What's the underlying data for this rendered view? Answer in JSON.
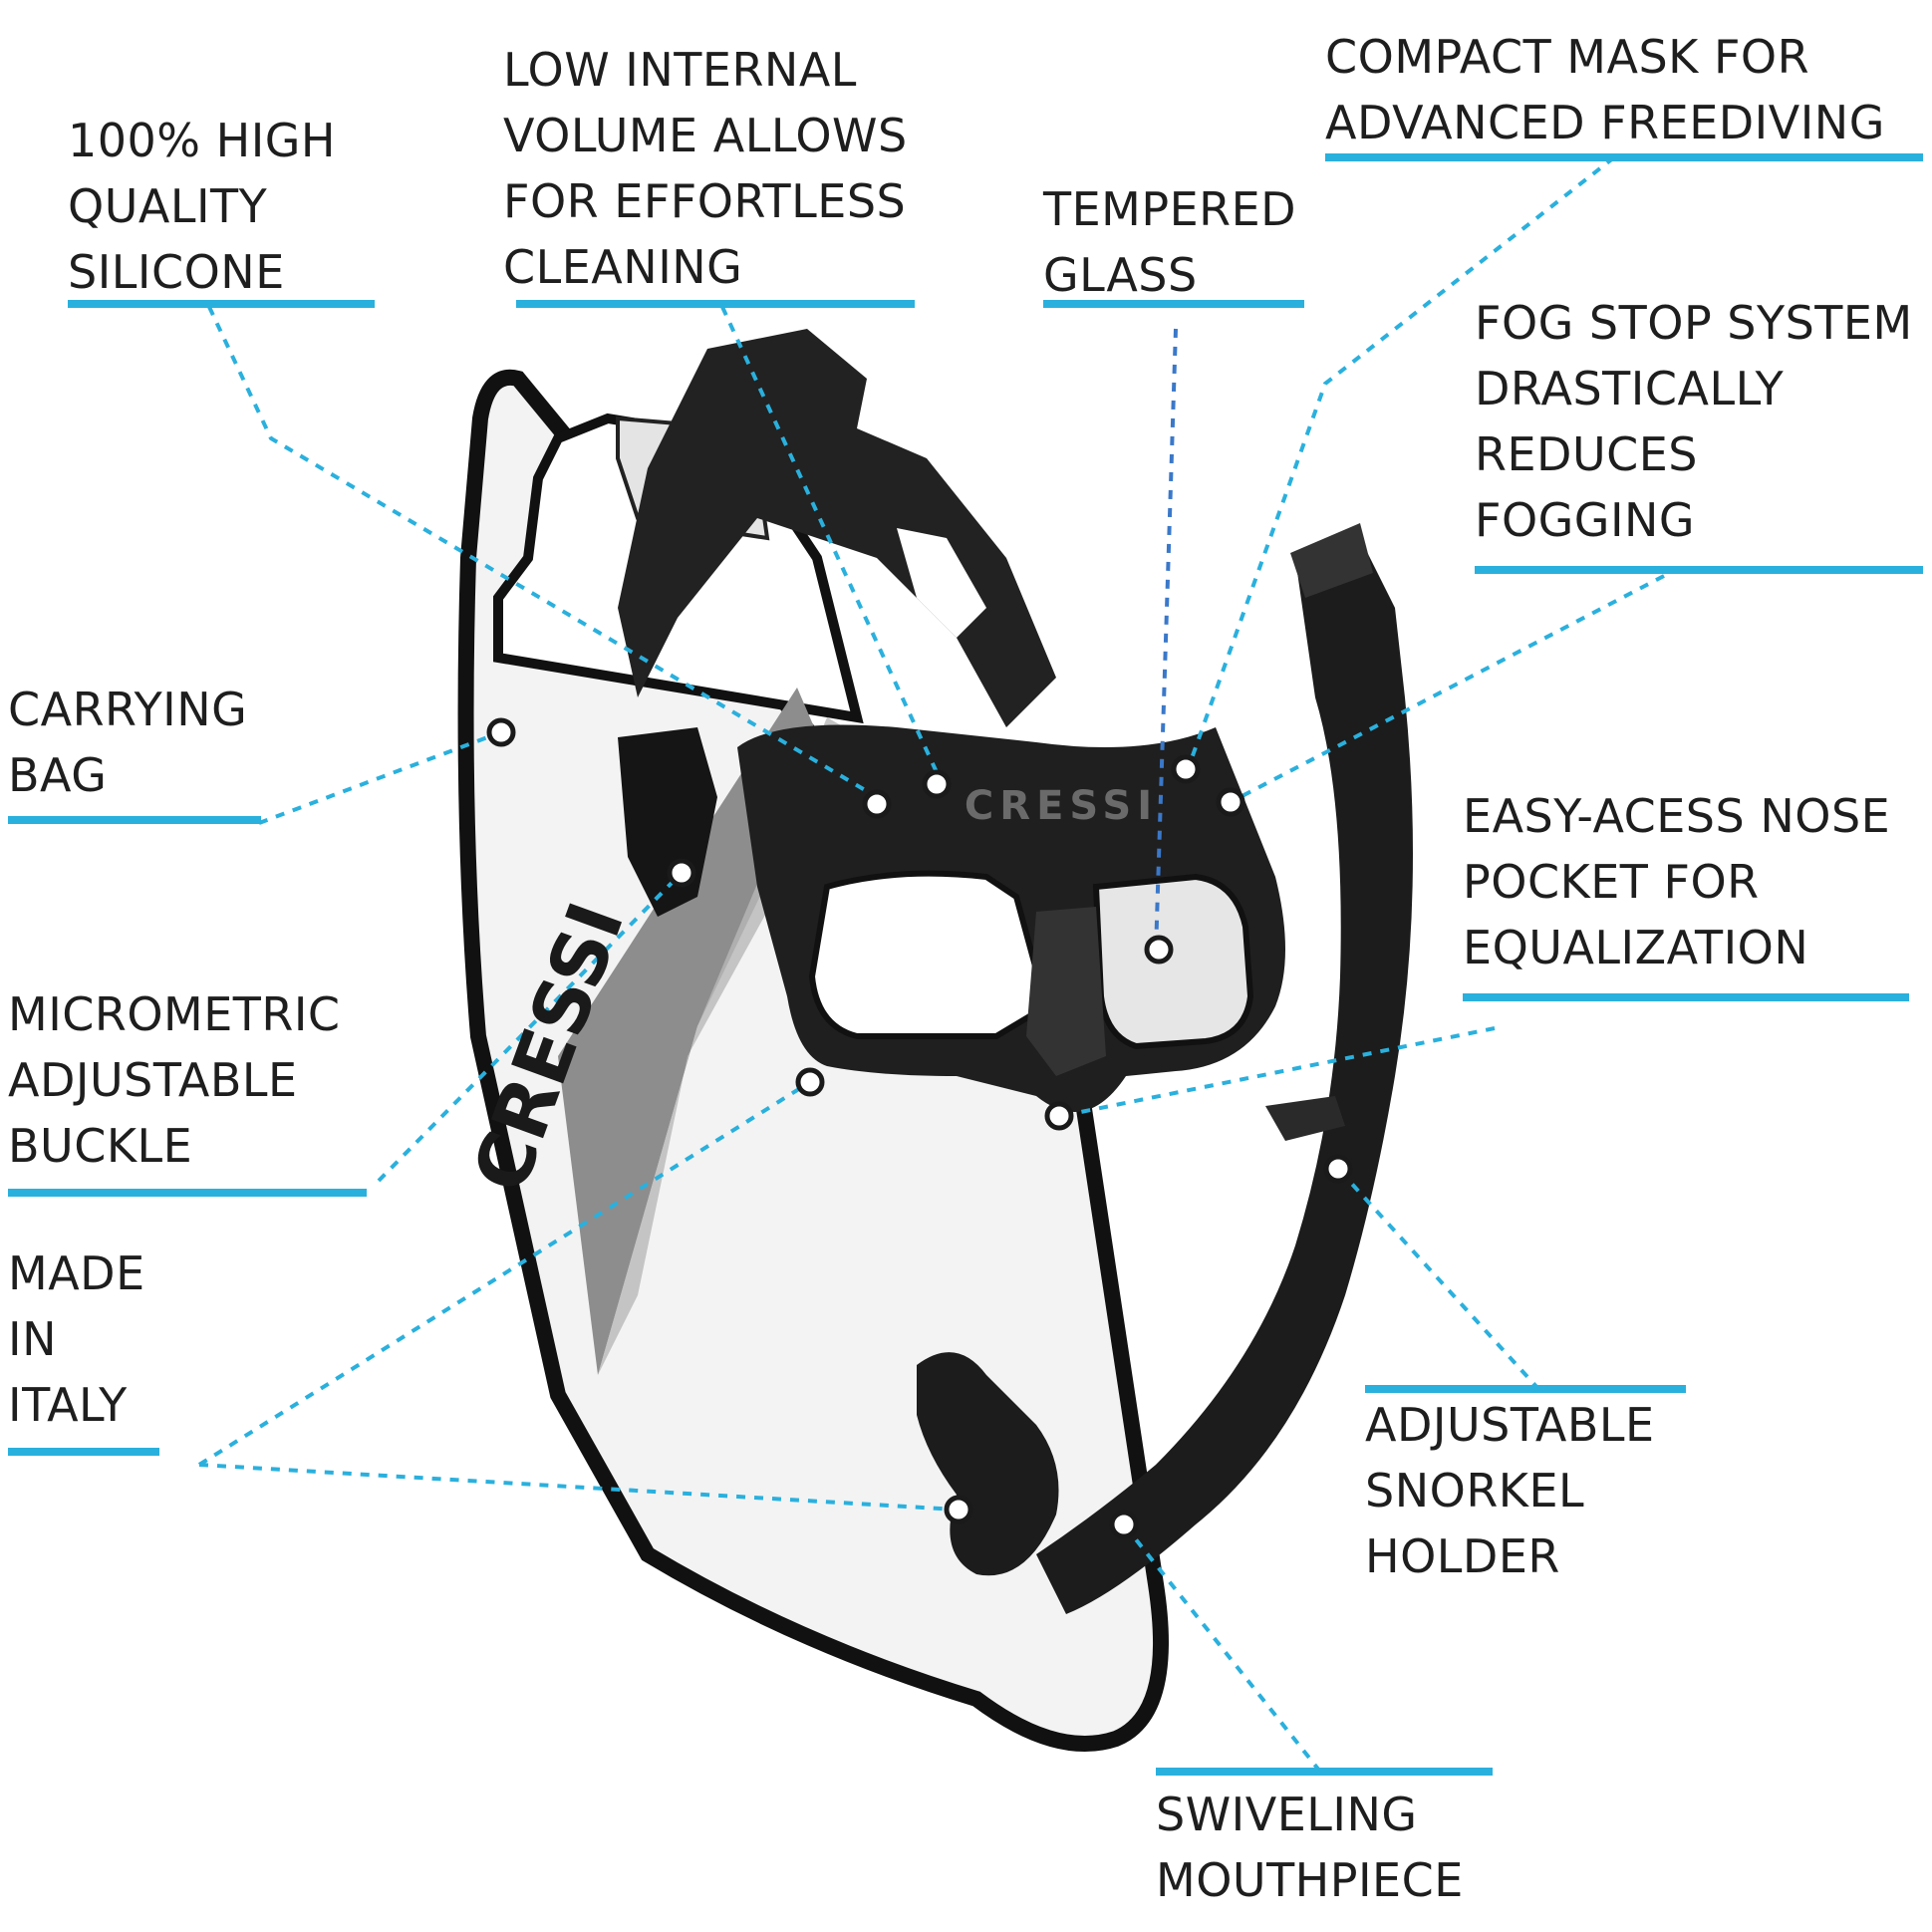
{
  "colors": {
    "accent": "#2ab0dd",
    "text": "#1e1e1e",
    "product": "#1a1a1a"
  },
  "brand": {
    "bag_logo": "CRESSI",
    "mask_logo": "CRESSI"
  },
  "callouts": [
    {
      "id": "silicone",
      "lines": [
        "100% HIGH",
        "QUALITY",
        "SILICONE"
      ]
    },
    {
      "id": "volume",
      "lines": [
        "LOW INTERNAL",
        "VOLUME ALLOWS",
        "FOR EFFORTLESS",
        "CLEANING"
      ]
    },
    {
      "id": "glass",
      "lines": [
        "TEMPERED",
        "GLASS"
      ]
    },
    {
      "id": "compact",
      "lines": [
        "COMPACT MASK FOR",
        "ADVANCED FREEDIVING"
      ]
    },
    {
      "id": "fog",
      "lines": [
        "FOG STOP SYSTEM",
        "DRASTICALLY",
        "REDUCES",
        "FOGGING"
      ]
    },
    {
      "id": "bag",
      "lines": [
        "CARRYING",
        "BAG"
      ]
    },
    {
      "id": "nose",
      "lines": [
        "EASY-ACESS NOSE",
        "POCKET FOR",
        "EQUALIZATION"
      ]
    },
    {
      "id": "buckle",
      "lines": [
        "MICROMETRIC",
        "ADJUSTABLE",
        "BUCKLE"
      ]
    },
    {
      "id": "italy",
      "lines": [
        "MADE",
        "IN",
        "ITALY"
      ]
    },
    {
      "id": "holder",
      "lines": [
        "ADJUSTABLE",
        "SNORKEL",
        "HOLDER"
      ]
    },
    {
      "id": "mouthpiece",
      "lines": [
        "SWIVELING",
        "MOUTHPIECE"
      ]
    }
  ]
}
